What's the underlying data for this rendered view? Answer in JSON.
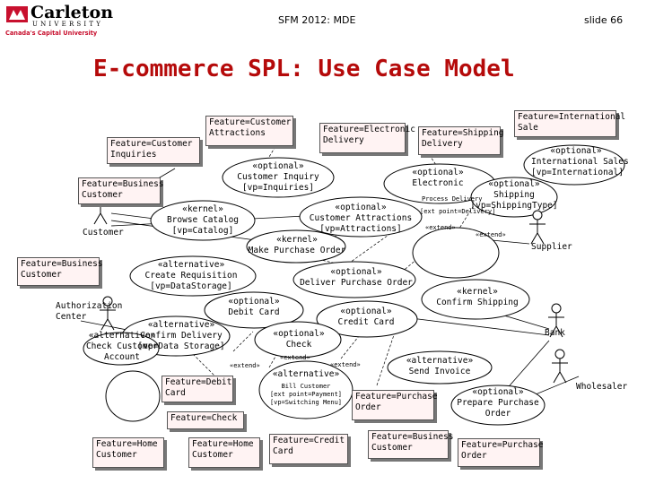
{
  "header": {
    "logo_name": "Carleton",
    "logo_sub": "UNIVERSITY",
    "logo_tag": "Canada's Capital University",
    "center_text": "SFM 2012: MDE",
    "slide_label": "slide 66"
  },
  "title": "E-commerce SPL: Use Case Model",
  "colors": {
    "title": "#b50a0a",
    "note_fill": "#fff3f3",
    "logo_red": "#c8102e"
  },
  "actors": {
    "customer": "Customer",
    "auth_center": "Authorization\nCenter",
    "supplier": "Supplier",
    "bank": "Bank",
    "wholesaler": "Wholesaler"
  },
  "use_cases": {
    "customer_inquiry": "«optional»\nCustomer Inquiry\n[vp=Inquiries]",
    "browse_catalog": "«kernel»\nBrowse Catalog\n[vp=Catalog]",
    "make_purchase_order": "«kernel»\nMake Purchase Order",
    "customer_attractions": "«optional»\nCustomer Attractions\n[vp=Attractions]",
    "electronic_process": "«optional»\nElectronic",
    "process_delivery": "Process Delivery",
    "ext_point_order": "[ext point=Delivery]",
    "international_sales": "«optional»\nInternational Sales\n[vp=International]",
    "shipping": "«optional»\nShipping\n[vp=ShippingType]",
    "create_requisition": "«alternative»\nCreate Requisition\n[vp=DataStorage]",
    "deliver_purchase_order": "«optional»\nDeliver Purchase Order",
    "confirm_shipping": "«kernel»\nConfirm Shipping",
    "debit_card": "«optional»\nDebit Card",
    "credit_card": "«optional»\nCredit Card",
    "check": "«optional»\nCheck",
    "confirm_delivery": "«alternative»\nConfirm Delivery\n[vp=Data Storage]",
    "check_customer_account": "«alternative»\nCheck Customer\nAccount",
    "send_invoice": "«alternative»\nSend Invoice",
    "bill_customer": "«alternative»",
    "bill_customer_detail": "Bill Customer\n[ext point=Payment]\n[vp=Switching Menu]",
    "prepare_purchase_order": "«optional»\nPrepare Purchase\nOrder"
  },
  "stereotypes": {
    "extend": "«extend»",
    "extend2": "«extend»",
    "extend3": "«extend»",
    "extend4": "«extend»",
    "extend5": "«extend»"
  },
  "notes": {
    "customer_attractions": "Feature=Customer\nAttractions",
    "electronic_delivery": "Feature=Electronic\nDelivery",
    "shipping_delivery": "Feature=Shipping\nDelivery",
    "international_sale": "Feature=International\nSale",
    "customer_inquiries": "Feature=Customer\nInquiries",
    "business_customer_top": "Feature=Business\nCustomer",
    "business_customer_left": "Feature=Business\nCustomer",
    "debit_card": "Feature=Debit\nCard",
    "check": "Feature=Check",
    "home_customer_1": "Feature=Home\nCustomer",
    "home_customer_2": "Feature=Home\nCustomer",
    "credit_card": "Feature=Credit\nCard",
    "purchase_order": "Feature=Purchase\nOrder",
    "business_customer_bottom": "Feature=Business\nCustomer",
    "purchase_order_2": "Feature=Purchase\nOrder"
  }
}
